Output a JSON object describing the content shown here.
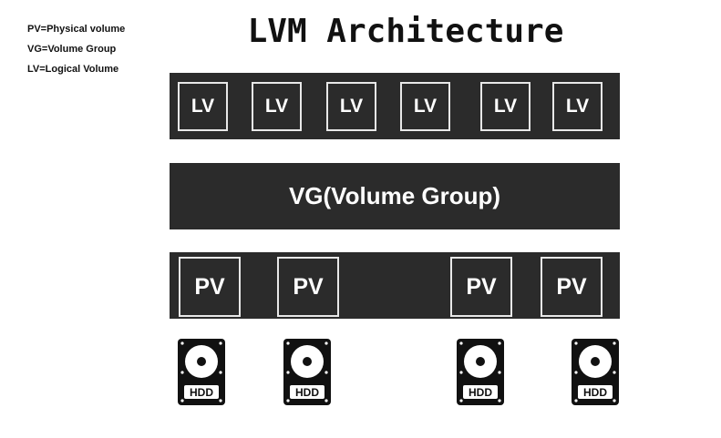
{
  "legend": [
    "PV=Physical volume",
    "VG=Volume Group",
    "LV=Logical Volume"
  ],
  "title": "LVM Architecture",
  "lvs": [
    "LV",
    "LV",
    "LV",
    "LV",
    "LV",
    "LV"
  ],
  "vg": "VG(Volume Group)",
  "pvs": [
    "PV",
    "PV",
    "PV",
    "PV"
  ],
  "hdd_label": "HDD"
}
